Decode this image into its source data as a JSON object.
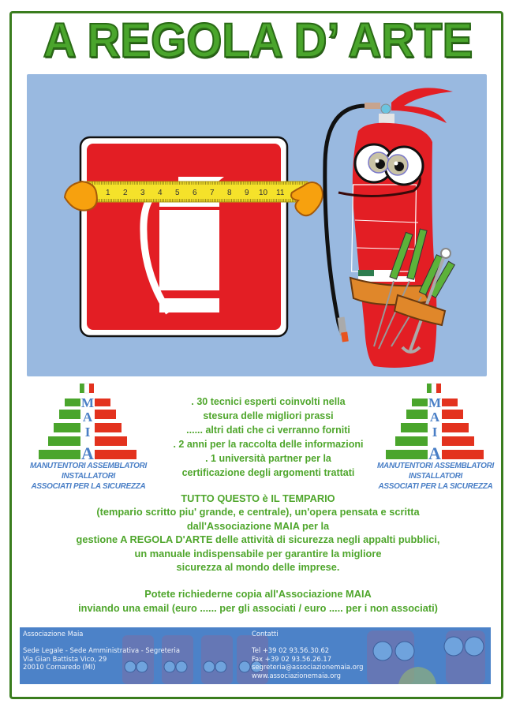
{
  "title": "A REGOLA D’ ARTE",
  "hero": {
    "ruler_numbers": [
      "1",
      "2",
      "3",
      "4",
      "5",
      "6",
      "7",
      "8",
      "9",
      "10",
      "11"
    ],
    "colors": {
      "background": "#99b9e0",
      "sign_red": "#e31e24",
      "ruler_yellow": "#f5e22a",
      "glove_orange": "#f7a10e"
    }
  },
  "logo": {
    "letters": [
      "M",
      "A",
      "I",
      "A"
    ],
    "caption_lines": [
      "MANUTENTORI ASSEMBLATORI",
      "INSTALLATORI",
      "ASSOCIATI PER LA SICUREZZA"
    ],
    "colors": {
      "green": "#4aa52c",
      "red": "#e3321e",
      "blue": "#4a7fc6"
    }
  },
  "stats": [
    ". 30 tecnici esperti coinvolti nella",
    "stesura delle migliori prassi",
    "...... altri dati che ci verranno forniti",
    ". 2 anni per la raccolta delle informazioni",
    ". 1 università partner per la",
    "certificazione degli argomenti trattati"
  ],
  "body": {
    "lines": [
      "TUTTO QUESTO è IL TEMPARIO",
      "(tempario scritto piu' grande, e centrale), un'opera pensata e scritta",
      "dall'Associazione MAIA per la",
      "gestione A REGOLA D'ARTE delle attività di sicurezza negli appalti pubblici,",
      "un manuale indispensabile per garantire la migliore",
      "sicurezza al mondo delle imprese."
    ],
    "request_lines": [
      "Potete richiederne copia all'Associazione MAIA",
      "inviando una email (euro ...... per gli associati / euro ..... per i non associati)"
    ]
  },
  "footer": {
    "left": {
      "org": "Associazione Maia",
      "lines": [
        "Sede Legale - Sede Amministrativa - Segreteria",
        "Via Gian Battista Vico, 29",
        "20010 Cornaredo (MI)"
      ]
    },
    "right": {
      "heading": "Contatti",
      "tel": "Tel +39 02 93.56.30.62",
      "fax": "Fax +39 02 93.56.26.17",
      "email": "segreteria@associazionemaia.org",
      "website": "www.associazionemaia.org"
    }
  },
  "colors": {
    "frame_green": "#3a7d1e",
    "text_green": "#4fa62c",
    "footer_blue": "#4c82c8"
  }
}
